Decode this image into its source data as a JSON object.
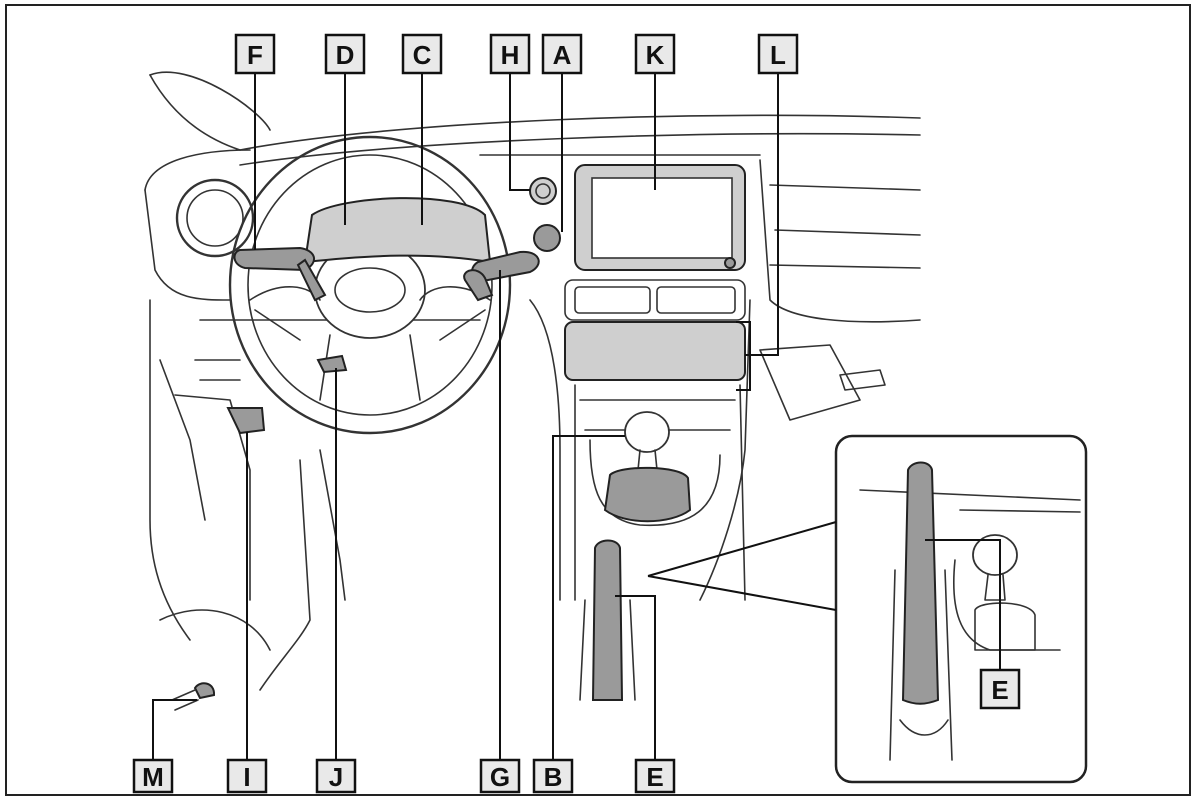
{
  "diagram": {
    "callouts": [
      {
        "id": "F",
        "label": "F"
      },
      {
        "id": "D",
        "label": "D"
      },
      {
        "id": "C",
        "label": "C"
      },
      {
        "id": "H",
        "label": "H"
      },
      {
        "id": "A",
        "label": "A"
      },
      {
        "id": "K",
        "label": "K"
      },
      {
        "id": "L",
        "label": "L"
      },
      {
        "id": "M",
        "label": "M"
      },
      {
        "id": "I",
        "label": "I"
      },
      {
        "id": "J",
        "label": "J"
      },
      {
        "id": "G",
        "label": "G"
      },
      {
        "id": "B",
        "label": "B"
      },
      {
        "id": "E1",
        "label": "E"
      },
      {
        "id": "E2",
        "label": "E"
      }
    ]
  },
  "colors": {
    "callout_fill": "#e9e9e9",
    "part_fill": "#cfcfcf",
    "line": "#333333"
  }
}
